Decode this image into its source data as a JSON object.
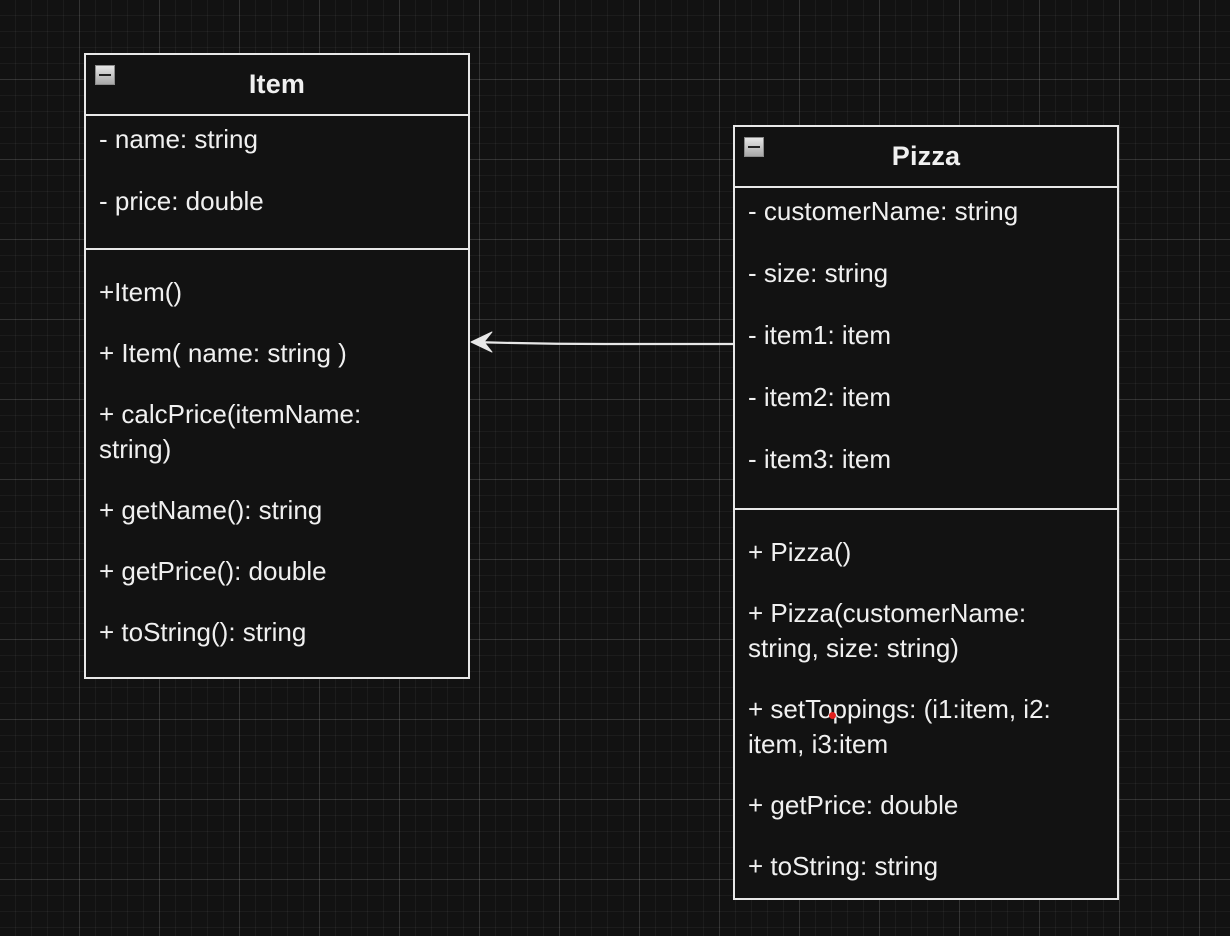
{
  "classes": {
    "item": {
      "name": "Item",
      "attributes": [
        "- name: string",
        "- price: double"
      ],
      "operations": [
        "+Item()",
        "+ Item( name: string )",
        "+ calcPrice(itemName: string)",
        "+ getName(): string",
        "+ getPrice(): double",
        "+ toString(): string"
      ]
    },
    "pizza": {
      "name": "Pizza",
      "attributes": [
        "- customerName: string",
        "- size: string",
        "- item1: item",
        "- item2: item",
        "- item3: item"
      ],
      "operations": [
        "+ Pizza()",
        "+ Pizza(customerName: string, size: string)",
        "+ setToppings: (i1:item, i2: item, i3:item",
        "+ getPrice: double",
        "+ toString: string"
      ]
    }
  },
  "relationships": [
    {
      "from": "Pizza",
      "to": "Item",
      "type": "association",
      "arrow": "open"
    }
  ],
  "colors": {
    "background": "#121212",
    "stroke": "#e8e8e8",
    "text": "#f0f0f0",
    "cursor_dot": "#e0201e"
  }
}
